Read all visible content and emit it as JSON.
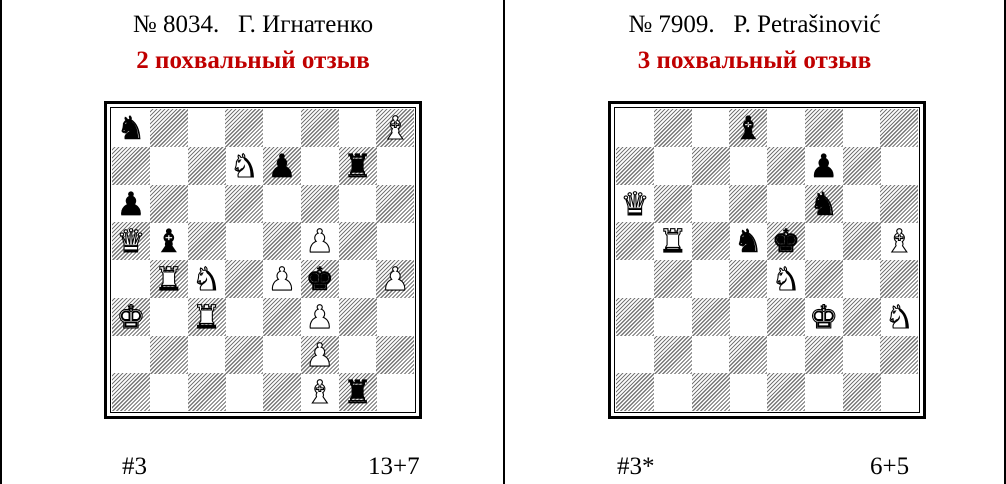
{
  "glyphs": {
    "K": "♚",
    "Q": "♛",
    "R": "♜",
    "B": "♝",
    "N": "♞",
    "P": "♟"
  },
  "problems": [
    {
      "title": "№ 8034.   Г. Игнатенко",
      "award": "2 похвальный отзыв",
      "stipulation": "#3",
      "piece_count": "13+7",
      "pieces": [
        {
          "sq": "a8",
          "type": "N",
          "color": "black"
        },
        {
          "sq": "h8",
          "type": "B",
          "color": "white"
        },
        {
          "sq": "d7",
          "type": "N",
          "color": "white"
        },
        {
          "sq": "e7",
          "type": "P",
          "color": "black"
        },
        {
          "sq": "g7",
          "type": "R",
          "color": "black"
        },
        {
          "sq": "a6",
          "type": "P",
          "color": "black"
        },
        {
          "sq": "a5",
          "type": "Q",
          "color": "white"
        },
        {
          "sq": "b5",
          "type": "B",
          "color": "black"
        },
        {
          "sq": "f5",
          "type": "P",
          "color": "white"
        },
        {
          "sq": "b4",
          "type": "R",
          "color": "white"
        },
        {
          "sq": "c4",
          "type": "N",
          "color": "white"
        },
        {
          "sq": "e4",
          "type": "P",
          "color": "white"
        },
        {
          "sq": "f4",
          "type": "K",
          "color": "black"
        },
        {
          "sq": "h4",
          "type": "P",
          "color": "white"
        },
        {
          "sq": "a3",
          "type": "K",
          "color": "white"
        },
        {
          "sq": "c3",
          "type": "R",
          "color": "white"
        },
        {
          "sq": "f3",
          "type": "P",
          "color": "white"
        },
        {
          "sq": "f2",
          "type": "P",
          "color": "white"
        },
        {
          "sq": "f1",
          "type": "B",
          "color": "white"
        },
        {
          "sq": "g1",
          "type": "R",
          "color": "black"
        }
      ]
    },
    {
      "title": "№ 7909.   P. Petrašinović",
      "award": "3 похвальный отзыв",
      "stipulation": "#3*",
      "piece_count": "6+5",
      "pieces": [
        {
          "sq": "d8",
          "type": "B",
          "color": "black"
        },
        {
          "sq": "f7",
          "type": "P",
          "color": "black"
        },
        {
          "sq": "a6",
          "type": "Q",
          "color": "white"
        },
        {
          "sq": "f6",
          "type": "N",
          "color": "black"
        },
        {
          "sq": "b5",
          "type": "R",
          "color": "white"
        },
        {
          "sq": "d5",
          "type": "N",
          "color": "black"
        },
        {
          "sq": "e5",
          "type": "K",
          "color": "black"
        },
        {
          "sq": "h5",
          "type": "B",
          "color": "white"
        },
        {
          "sq": "e4",
          "type": "N",
          "color": "white"
        },
        {
          "sq": "f3",
          "type": "K",
          "color": "white"
        },
        {
          "sq": "h3",
          "type": "N",
          "color": "white"
        }
      ]
    }
  ]
}
